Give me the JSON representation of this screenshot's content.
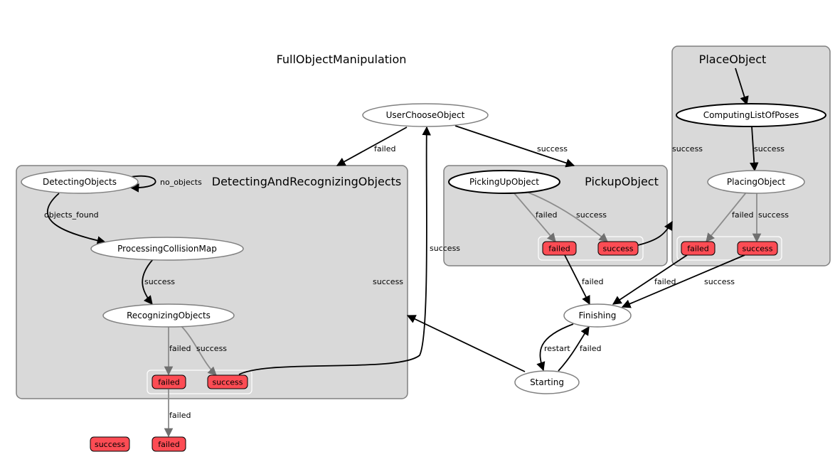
{
  "title": "FullObjectManipulation",
  "clusters": {
    "detecting": "DetectingAndRecognizingObjects",
    "pickup": "PickupObject",
    "place": "PlaceObject"
  },
  "states": {
    "user_choose_object": "UserChooseObject",
    "detecting_objects": "DetectingObjects",
    "processing_collision_map": "ProcessingCollisionMap",
    "recognizing_objects": "RecognizingObjects",
    "picking_up_object": "PickingUpObject",
    "computing_list_of_poses": "ComputingListOfPoses",
    "placing_object": "PlacingObject",
    "finishing": "Finishing",
    "starting": "Starting"
  },
  "outcomes": {
    "failed": "failed",
    "success": "success"
  },
  "edge_labels": {
    "no_objects": "no_objects",
    "objects_found": "objects_found",
    "success": "success",
    "failed": "failed",
    "restart": "restart"
  },
  "colors": {
    "cluster_fill": "#d9d9d9",
    "cluster_stroke": "#808080",
    "outcome_fill": "#fc4c54",
    "node_fill": "#ffffff",
    "active_edge": "#000000",
    "inactive_edge": "#8c8c8c"
  }
}
